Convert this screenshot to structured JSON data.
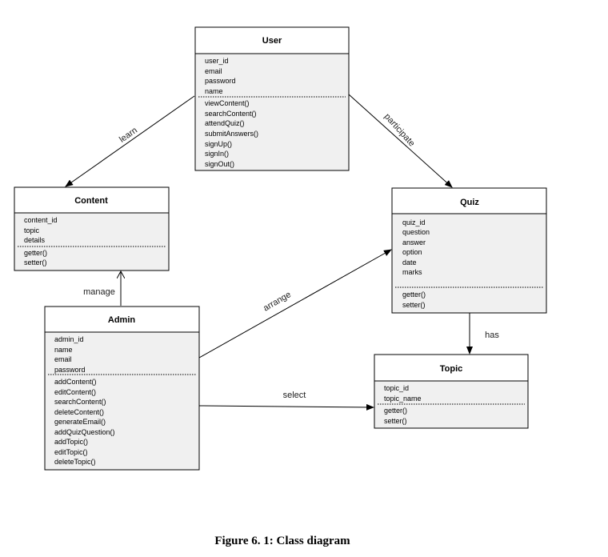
{
  "classes": {
    "user": {
      "name": "User",
      "attributes": [
        "user_id",
        "email",
        "password",
        "name"
      ],
      "methods": [
        "viewContent()",
        "searchContent()",
        "attendQuiz()",
        "submitAnswers()",
        "signUp()",
        "signIn()",
        "signOut()"
      ]
    },
    "content": {
      "name": "Content",
      "attributes": [
        "content_id",
        "topic",
        "details"
      ],
      "methods": [
        "getter()",
        "setter()"
      ]
    },
    "quiz": {
      "name": "Quiz",
      "attributes": [
        "quiz_id",
        "question",
        "answer",
        "option",
        "date",
        "marks"
      ],
      "methods": [
        "getter()",
        "setter()"
      ]
    },
    "admin": {
      "name": "Admin",
      "attributes": [
        "admin_id",
        "name",
        "email",
        "password"
      ],
      "methods": [
        "addContent()",
        "editContent()",
        "searchContent()",
        "deleteContent()",
        "generateEmail()",
        "addQuizQuestion()",
        "addTopic()",
        "editTopic()",
        "deleteTopic()"
      ]
    },
    "topic": {
      "name": "Topic",
      "attributes": [
        "topic_id",
        "topic_name"
      ],
      "methods": [
        "getter()",
        "setter()"
      ]
    }
  },
  "relations": {
    "learn": "learn",
    "participate": "participate",
    "manage": "manage",
    "arrange": "arrange",
    "has": "has",
    "select": "select"
  },
  "caption": "Figure 6. 1: Class diagram"
}
